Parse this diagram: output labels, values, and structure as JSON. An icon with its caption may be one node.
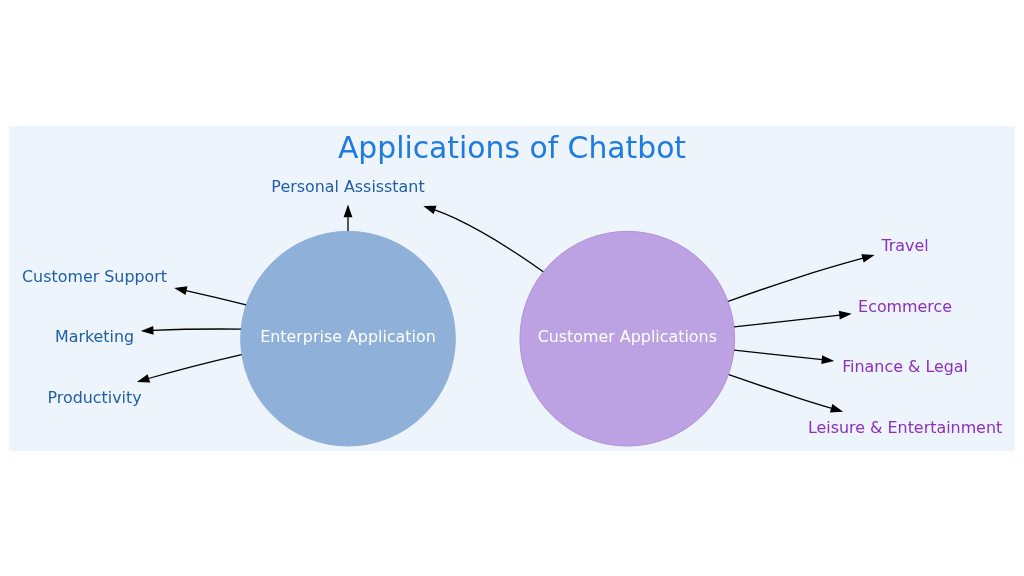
{
  "diagram": {
    "title": "Applications of Chatbot",
    "nodes": [
      {
        "text": [
          "Enterprise Application"
        ]
      },
      {
        "text": [
          "Customer Applications"
        ]
      },
      {
        "text": [
          "Customer Support"
        ]
      },
      {
        "text": [
          "Marketing"
        ]
      },
      {
        "text": [
          "Productivity"
        ]
      },
      {
        "text": [
          "Personal Assisstant"
        ]
      },
      {
        "text": [
          "Travel"
        ]
      },
      {
        "text": [
          "Ecommerce"
        ]
      },
      {
        "text": [
          "Finance & Legal"
        ]
      },
      {
        "text": [
          "Leisure & Entertainment"
        ]
      }
    ],
    "edges": [
      {
        "from": 0,
        "to": 2,
        "arrow": "to"
      },
      {
        "from": 0,
        "to": 3,
        "arrow": "to"
      },
      {
        "from": 0,
        "to": 4,
        "arrow": "to"
      },
      {
        "from": 0,
        "to": 5,
        "arrow": "to"
      },
      {
        "from": 1,
        "to": 5,
        "arrow": "to"
      },
      {
        "from": 1,
        "to": 6,
        "arrow": "to"
      },
      {
        "from": 1,
        "to": 7,
        "arrow": "to"
      },
      {
        "from": 1,
        "to": 8,
        "arrow": "to"
      },
      {
        "from": 1,
        "to": 9,
        "arrow": "to"
      }
    ]
  }
}
